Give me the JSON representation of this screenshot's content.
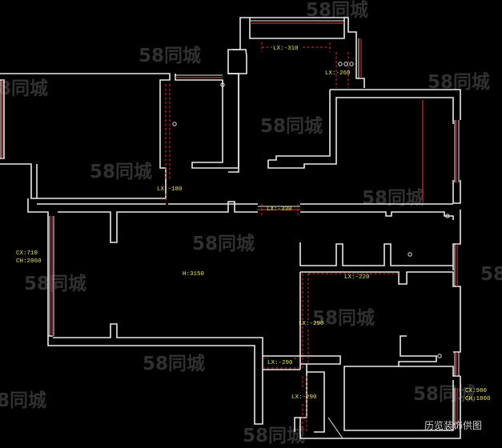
{
  "annotations": {
    "lx_top": "LX:-310",
    "lx_top_right": "LX:-260",
    "lx_left_room": "LX:-180",
    "lx_corridor": "LX:-330",
    "lx_mid_right": "LX:-220",
    "lx_mid_vertical": "LX:-290",
    "lx_lower_horizontal": "LX:-290",
    "lx_bottom_vertical": "LX:-290",
    "ceiling_height": "H:3150",
    "left_window_cx": "CX:710",
    "left_window_ch": "CH:2060",
    "right_window_cx": "CX:980",
    "right_window_ch": "CH:1800"
  },
  "watermark": "58同城",
  "caption": "历览装饰供图",
  "colors": {
    "background": "#000000",
    "walls": "#e9e9e9",
    "dimension_lines": "#e03030",
    "label_text": "#e8e36a"
  }
}
